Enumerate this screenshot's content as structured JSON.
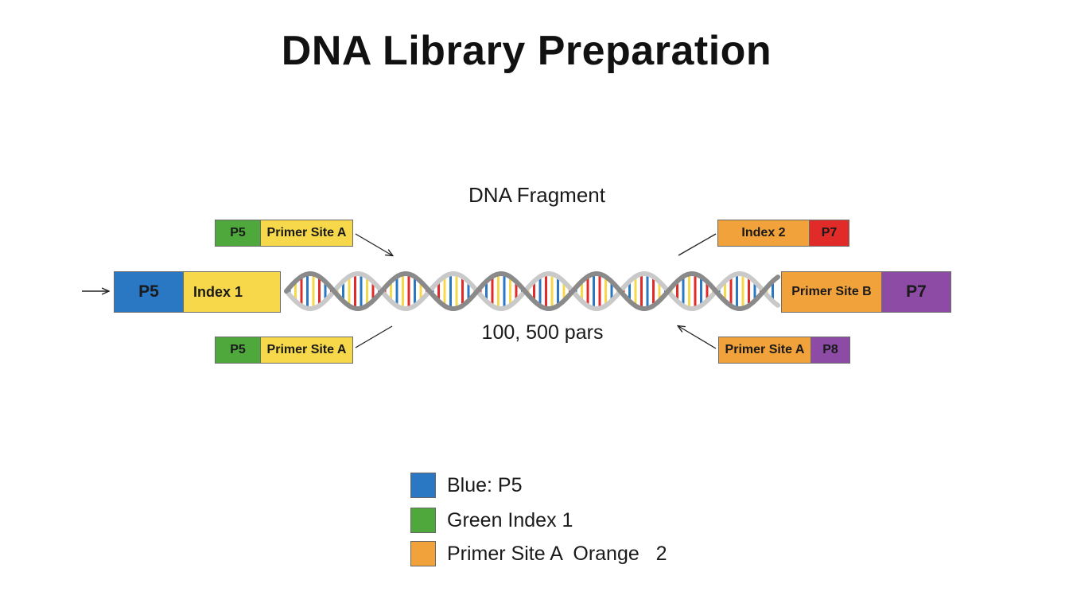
{
  "title": "DNA Library Preparation",
  "fragment_label": "DNA Fragment",
  "fragment_length": "100, 500 pars",
  "colors": {
    "blue": "#2a78c4",
    "green": "#4fa83c",
    "yellow": "#f6d84a",
    "orange": "#f2a23a",
    "red": "#e12b28",
    "purple": "#8d4ba6"
  },
  "adapters": {
    "top_left": {
      "p5": "P5",
      "primer": "Primer Site A"
    },
    "main_left": {
      "p5": "P5",
      "index": "Index 1"
    },
    "bottom_left": {
      "p5": "P5",
      "primer": "Primer Site A"
    },
    "top_right": {
      "index": "Index 2",
      "p7": "P7"
    },
    "main_right": {
      "primer": "Primer Site B",
      "p7": "P7"
    },
    "bottom_right": {
      "primer": "Primer Site A",
      "p8": "P8"
    }
  },
  "legend": [
    {
      "color": "#2a78c4",
      "label": "Blue: P5"
    },
    {
      "color": "#4fa83c",
      "label": "Green Index 1"
    },
    {
      "color": "#f2a23a",
      "label": "Primer Site A  Orange   2"
    }
  ]
}
